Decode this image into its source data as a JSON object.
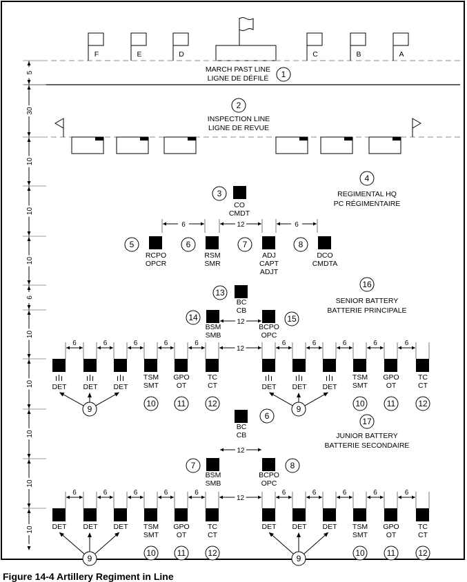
{
  "caption": "Figure 14-4 Artillery Regiment in Line",
  "flags": [
    "F",
    "E",
    "D",
    "C",
    "B",
    "A"
  ],
  "march_past": {
    "line1": "MARCH PAST LINE",
    "line2": "LIGNE DE DÉFILÉ",
    "marker": "1"
  },
  "inspection": {
    "line1": "INSPECTION LINE",
    "line2": "LIGNE DE REVUE",
    "marker": "2"
  },
  "left_dimensions": [
    "5",
    "30",
    "10",
    "10",
    "10",
    "6",
    "10",
    "10",
    "10",
    "10",
    "10"
  ],
  "regimental_hq": {
    "marker": "4",
    "line1": "REGIMENTAL HQ",
    "line2": "PC RÉGIMENTAIRE",
    "co": {
      "marker": "3",
      "line1": "CO",
      "line2": "CMDT"
    },
    "spacings": [
      "6",
      "12",
      "6"
    ],
    "row": [
      {
        "marker": "5",
        "lines": [
          "RCPO",
          "OPCR"
        ]
      },
      {
        "marker": "6",
        "lines": [
          "RSM",
          "SMR"
        ]
      },
      {
        "marker": "7",
        "lines": [
          "ADJ",
          "CAPT",
          "ADJT"
        ]
      },
      {
        "marker": "8",
        "lines": [
          "DCO",
          "CMDTA"
        ]
      }
    ]
  },
  "senior_battery": {
    "marker": "16",
    "line1": "SENIOR BATTERY",
    "line2": "BATTERIE PRINCIPALE",
    "bc": {
      "marker": "13",
      "line1": "BC",
      "line2": "CB"
    },
    "bsm": {
      "marker": "14",
      "line1": "BSM",
      "line2": "SMB"
    },
    "bcpo": {
      "marker": "15",
      "line1": "BCPO",
      "line2": "OPC"
    },
    "gap": "12"
  },
  "junior_battery": {
    "marker": "17",
    "line1": "JUNIOR BATTERY",
    "line2": "BATTERIE SECONDAIRE",
    "bc": {
      "marker": "6",
      "line1": "BC",
      "line2": "CB"
    },
    "bsm": {
      "marker": "7",
      "line1": "BSM",
      "line2": "SMB"
    },
    "bcpo": {
      "marker": "8",
      "line1": "BCPO",
      "line2": "OPC"
    },
    "gap": "12"
  },
  "gun_row": {
    "spacing": "6",
    "gap": "12",
    "det_marker": "9",
    "items": [
      {
        "lines": [
          "DET"
        ]
      },
      {
        "lines": [
          "DET"
        ]
      },
      {
        "lines": [
          "DET"
        ]
      },
      {
        "lines": [
          "TSM",
          "SMT"
        ],
        "marker": "10"
      },
      {
        "lines": [
          "GPO",
          "OT"
        ],
        "marker": "11"
      },
      {
        "lines": [
          "TC",
          "CT"
        ],
        "marker": "12"
      }
    ]
  }
}
